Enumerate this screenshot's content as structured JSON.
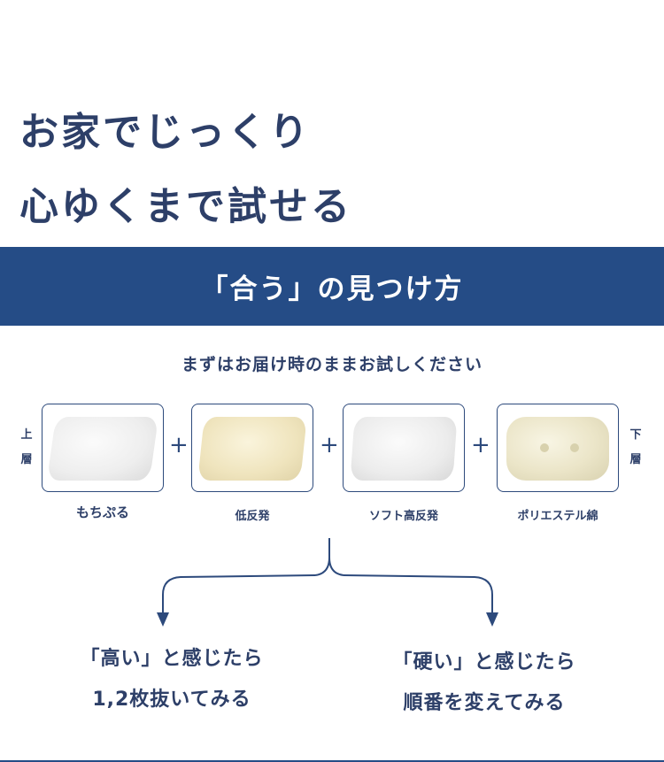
{
  "headline": {
    "line1": "お家でじっくり",
    "line2": "心ゆくまで試せる"
  },
  "band": {
    "title": "「合う」の見つけ方"
  },
  "subtitle": "まずはお届け時のままお試しください",
  "layers": {
    "top_label": [
      "上",
      "層"
    ],
    "bottom_label": [
      "下",
      "層"
    ],
    "items": [
      {
        "label": "もちぷる"
      },
      {
        "label": "低反発"
      },
      {
        "label": "ソフト高反発"
      },
      {
        "label": "ポリエステル綿"
      }
    ],
    "plus_symbol": "+"
  },
  "results": {
    "left": {
      "line1": "「高い」と感じたら",
      "line2": "1,2枚抜いてみる"
    },
    "right": {
      "line1": "「硬い」と感じたら",
      "line2": "順番を変えてみる"
    }
  },
  "colors": {
    "brand_navy": "#254c86",
    "text_navy": "#2d3f68",
    "background": "#ffffff"
  }
}
